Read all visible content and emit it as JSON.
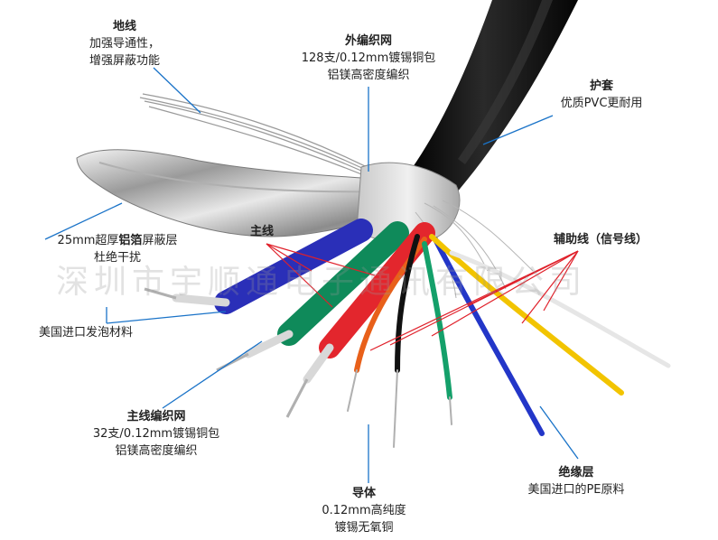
{
  "watermark": "深圳市宇顺通电子通讯有限公司",
  "labels": {
    "ground": {
      "title": "地线",
      "desc1": "加强导通性，",
      "desc2": "增强屏蔽功能"
    },
    "outer_braid": {
      "title": "外编织网",
      "desc1": "128支/0.12mm镀锡铜包",
      "desc2": "铝镁高密度编织"
    },
    "jacket": {
      "title": "护套",
      "desc1": "优质PVC更耐用"
    },
    "foil": {
      "desc1_pre": "25mm超厚",
      "desc1_bold": "铝箔",
      "desc1_post": "屏蔽层",
      "desc2": "杜绝干扰"
    },
    "main_line": {
      "title": "主线"
    },
    "aux_line": {
      "title": "辅助线（信号线）"
    },
    "foam": {
      "desc1": "美国进口发泡材料"
    },
    "main_braid": {
      "title": "主线编织网",
      "desc1": "32支/0.12mm镀锡铜包",
      "desc2": "铝镁高密度编织"
    },
    "insulation": {
      "title": "绝缘层",
      "desc1": "美国进口的PE原料"
    },
    "conductor": {
      "title": "导体",
      "desc1": "0.12mm高纯度",
      "desc2": "镀锡无氧铜"
    }
  },
  "colors": {
    "jacket": "#111111",
    "blue": "#2a2fb8",
    "green": "#0f8a5a",
    "red": "#e3262d",
    "orange": "#e8601a",
    "yellow": "#f2c400",
    "leader_blue": "#1a73c8",
    "leader_red": "#e0202a"
  }
}
